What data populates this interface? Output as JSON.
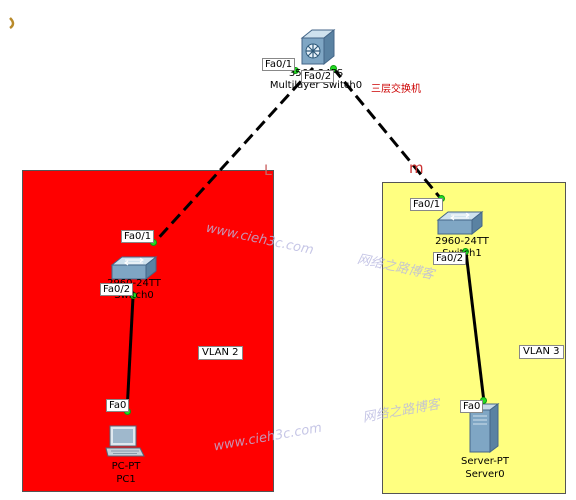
{
  "multilayer_switch": {
    "model": "3560-24PS",
    "name": "Multilayer Switch0",
    "note": "三层交换机",
    "port_left": "Fa0/1",
    "port_right": "Fa0/2"
  },
  "switch0": {
    "model": "2960-24TT",
    "name": "Switch0",
    "port_up": "Fa0/1",
    "port_down": "Fa0/2"
  },
  "switch1": {
    "model": "2960-24TT",
    "name": "Switch1",
    "port_up": "Fa0/1",
    "port_down": "Fa0/2"
  },
  "pc1": {
    "model": "PC-PT",
    "name": "PC1",
    "port": "Fa0"
  },
  "server0": {
    "model": "Server-PT",
    "name": "Server0",
    "port": "Fa0"
  },
  "areas": [
    {
      "label": "VLAN 2",
      "color": "#ff0000"
    },
    {
      "label": "VLAN 3",
      "color": "#ffff80"
    }
  ],
  "watermark": {
    "site": "www.cieh3c.com",
    "title": "网络之路博客"
  },
  "colors": {
    "link_dot": "#22dd22",
    "note": "#cc0000"
  }
}
